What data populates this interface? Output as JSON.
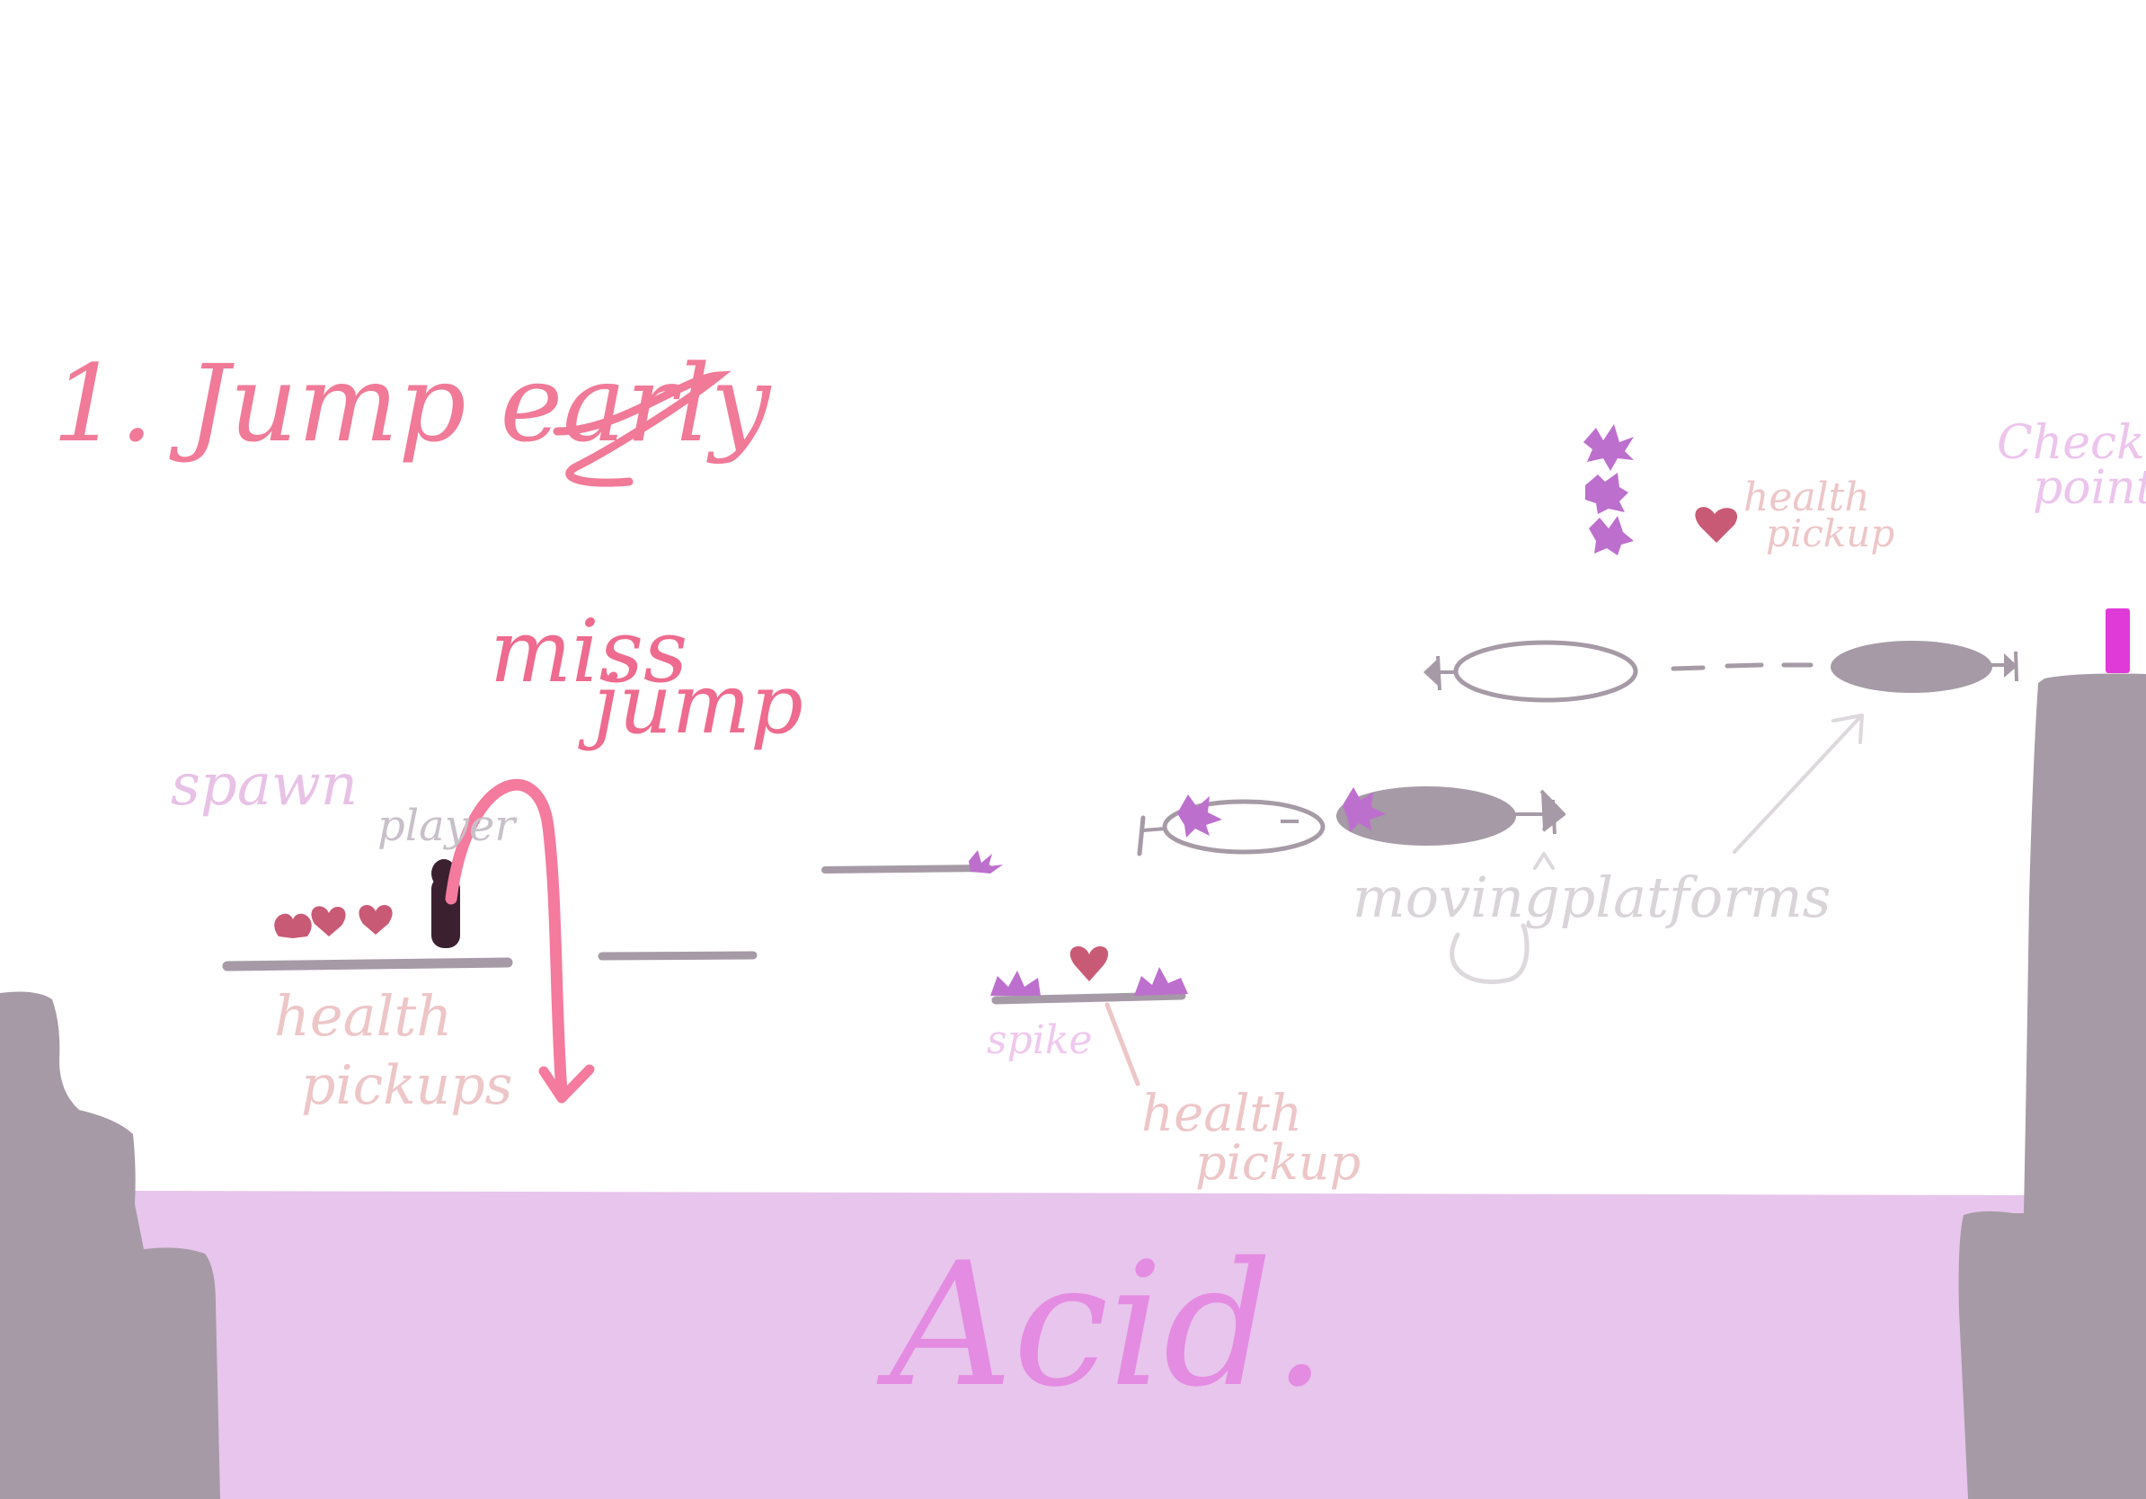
{
  "title": "1. Jump early",
  "labels": {
    "miss_line1": "miss",
    "miss_line2": "jump",
    "spawn": "spawn",
    "player": "player",
    "health_pickups_1": "health",
    "health_pickups_2": "pickups",
    "spike": "spike",
    "health_pickup_mid_1": "health",
    "health_pickup_mid_2": "pickup",
    "health_pickup_top_1": "health",
    "health_pickup_top_2": "pickup",
    "moving_platforms": "movingplatforms",
    "checkpoint_1": "Check",
    "checkpoint_2": "point",
    "acid": "Acid."
  },
  "colors": {
    "title": "#f07a98",
    "miss_jump": "#ee6a8e",
    "spawn": "#e8c2e6",
    "player_label": "#c8c0c8",
    "pickup_label": "#edc6c8",
    "spike_label": "#efc8ee",
    "moving_label": "#d8d4d8",
    "checkpoint_label": "#ecc4ec",
    "acid_text": "#e48be2",
    "acid_pool": "#e8c5ec",
    "rock": "#a59aa5",
    "platform": "#a59aa5",
    "heart": "#c95a76",
    "spike": "#bd6fcd",
    "player": "#3b2030",
    "checkpoint_flag": "#e03ad8",
    "arrow": "#f47a9e"
  }
}
